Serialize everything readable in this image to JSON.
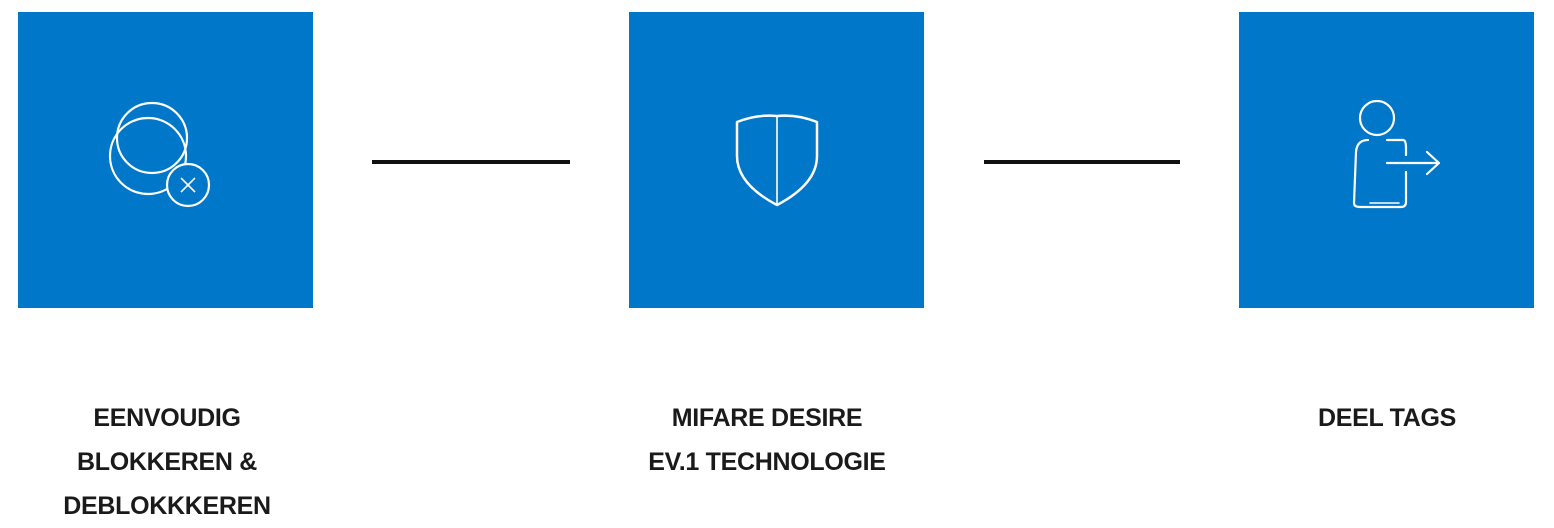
{
  "colors": {
    "accent": "#0077c8",
    "connector": "#111111",
    "text": "#1a1a1a"
  },
  "features": [
    {
      "icon": "lock-unlock-circles-icon",
      "lines": [
        "EENVOUDIG",
        "BLOKKEREN &",
        "DEBLOKKKEREN"
      ]
    },
    {
      "icon": "shield-icon",
      "lines": [
        "MIFARE DESIRE",
        "EV.1 TECHNOLOGIE"
      ]
    },
    {
      "icon": "share-user-icon",
      "lines": [
        "DEEL TAGS"
      ]
    }
  ]
}
